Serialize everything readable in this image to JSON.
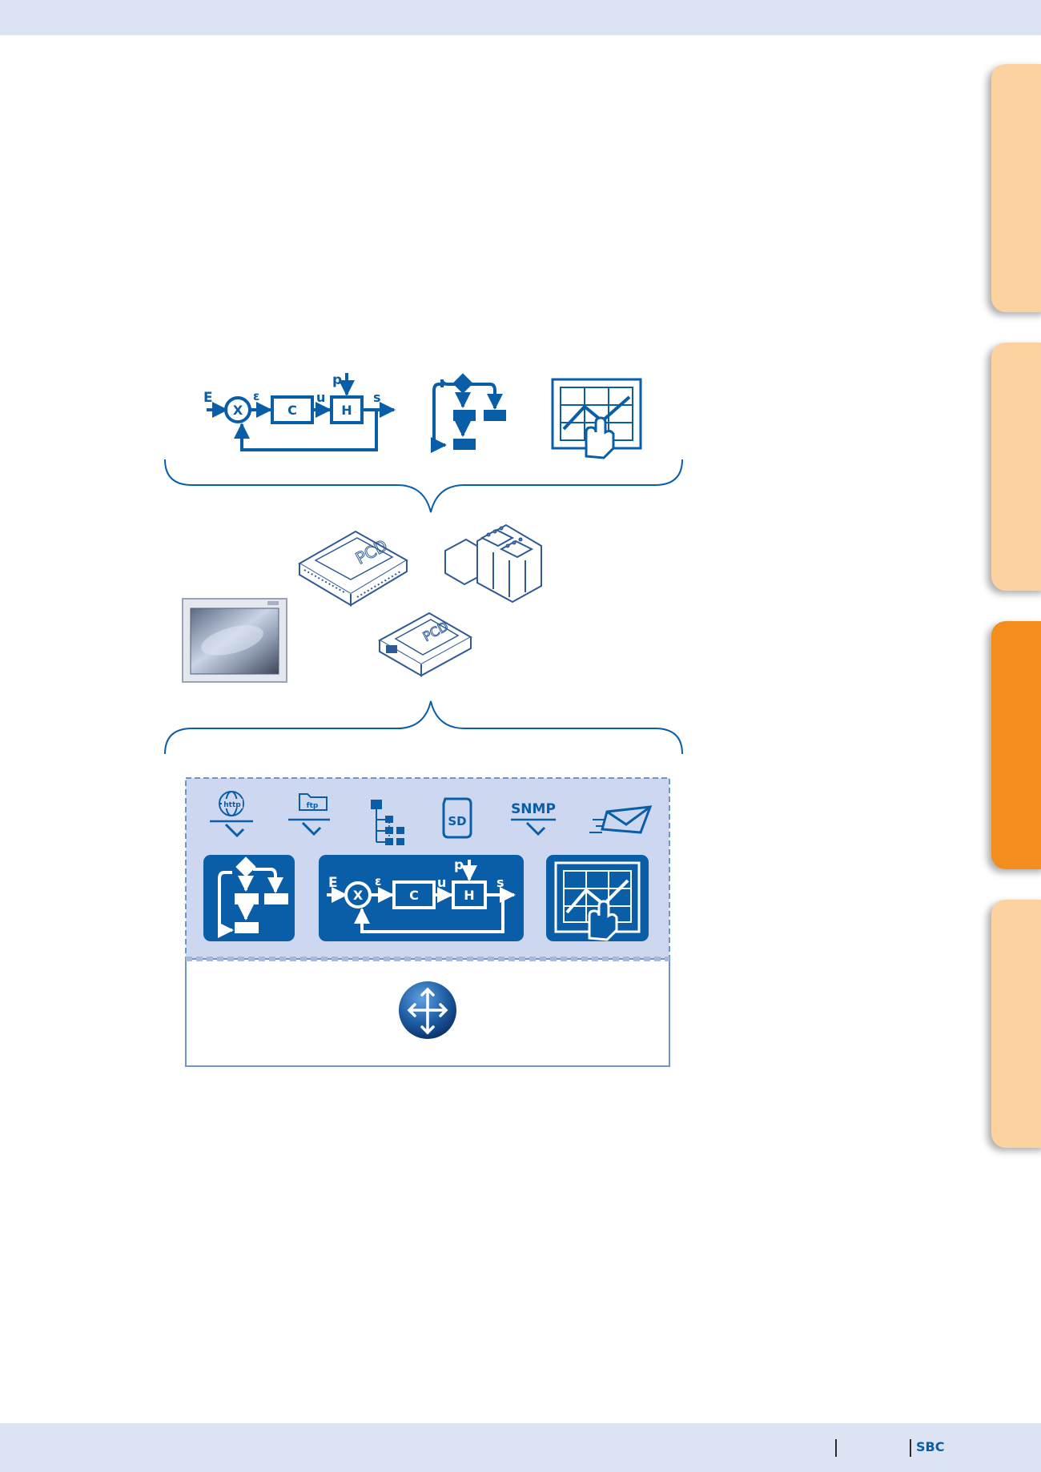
{
  "colors": {
    "brand_blue": "#0a5ea8",
    "panel_blue": "#cdd7ef",
    "tab_light": "#fdd2a1",
    "tab_active": "#f38d1d",
    "bar": "#dce4f4"
  },
  "diagram_top": {
    "control_loop": {
      "E": "E",
      "eps": "ε",
      "X": "X",
      "C": "C",
      "u": "u",
      "p": "p",
      "H": "H",
      "s": "s"
    }
  },
  "panel": {
    "icons": {
      "http": "http",
      "ftp": "ftp",
      "sd": "SD",
      "snmp": "SNMP"
    },
    "control_loop": {
      "E": "E",
      "eps": "ε",
      "X": "X",
      "C": "C",
      "u": "u",
      "p": "p",
      "H": "H",
      "s": "s"
    }
  },
  "footer": {
    "brand": "SBC"
  },
  "tabs": [
    {
      "state": "inactive"
    },
    {
      "state": "inactive"
    },
    {
      "state": "active"
    },
    {
      "state": "inactive"
    }
  ]
}
